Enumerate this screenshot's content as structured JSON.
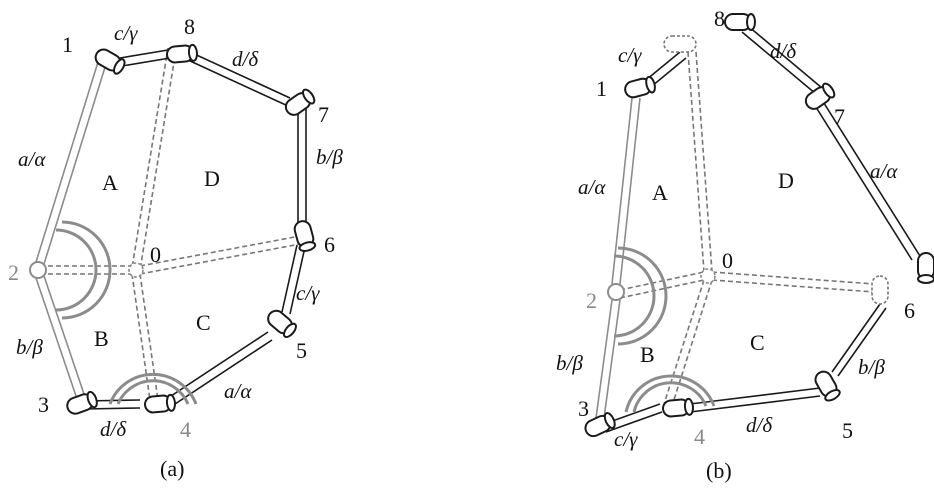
{
  "panels": [
    {
      "caption": "(a)",
      "joints": [
        "1",
        "2",
        "3",
        "4",
        "5",
        "6",
        "7",
        "8",
        "0"
      ],
      "faces": [
        "A",
        "B",
        "C",
        "D"
      ],
      "links": [
        "c/γ",
        "d/δ",
        "a/α",
        "b/β",
        "b/β",
        "c/γ",
        "d/δ",
        "a/α"
      ]
    },
    {
      "caption": "(b)",
      "joints": [
        "1",
        "2",
        "3",
        "4",
        "5",
        "6",
        "7",
        "8",
        "0"
      ],
      "faces": [
        "A",
        "B",
        "C",
        "D"
      ],
      "links": [
        "c/γ",
        "d/δ",
        "a/α",
        "a/α",
        "b/β",
        "b/β",
        "c/γ",
        "d/δ"
      ]
    }
  ],
  "colors": {
    "dark": "#1a1a1a",
    "gray": "#8c8c8c",
    "background": "#ffffff"
  }
}
